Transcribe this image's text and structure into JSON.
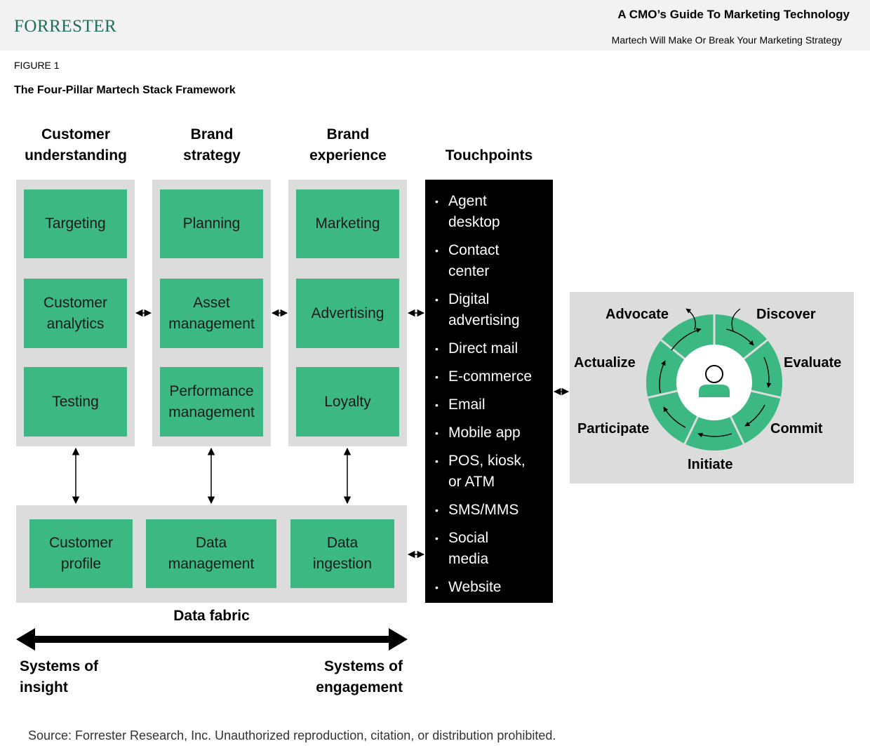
{
  "header": {
    "logo": "FORRESTER",
    "report_title": "A CMO’s Guide To Marketing Technology",
    "report_subtitle": "Martech Will Make Or Break Your Marketing Strategy"
  },
  "figure": {
    "label": "FIGURE 1",
    "title": "The Four-Pillar Martech Stack Framework"
  },
  "pillars": [
    {
      "heading_line1": "Customer",
      "heading_line2": "understanding",
      "boxes": [
        {
          "line1": "Targeting",
          "line2": ""
        },
        {
          "line1": "Customer",
          "line2": "analytics"
        },
        {
          "line1": "Testing",
          "line2": ""
        }
      ]
    },
    {
      "heading_line1": "Brand",
      "heading_line2": "strategy",
      "boxes": [
        {
          "line1": "Planning",
          "line2": ""
        },
        {
          "line1": "Asset",
          "line2": "management"
        },
        {
          "line1": "Performance",
          "line2": "management"
        }
      ]
    },
    {
      "heading_line1": "Brand",
      "heading_line2": "experience",
      "boxes": [
        {
          "line1": "Marketing",
          "line2": ""
        },
        {
          "line1": "Advertising",
          "line2": ""
        },
        {
          "line1": "Loyalty",
          "line2": ""
        }
      ]
    }
  ],
  "touchpoints": {
    "heading": "Touchpoints",
    "items": [
      {
        "line1": "Agent",
        "line2": "desktop"
      },
      {
        "line1": "Contact",
        "line2": "center"
      },
      {
        "line1": "Digital",
        "line2": "advertising"
      },
      {
        "line1": "Direct mail",
        "line2": ""
      },
      {
        "line1": "E-commerce",
        "line2": ""
      },
      {
        "line1": "Email",
        "line2": ""
      },
      {
        "line1": "Mobile app",
        "line2": ""
      },
      {
        "line1": "POS, kiosk,",
        "line2": "or ATM"
      },
      {
        "line1": "SMS/MMS",
        "line2": ""
      },
      {
        "line1": "Social",
        "line2": "media"
      },
      {
        "line1": "Website",
        "line2": ""
      }
    ]
  },
  "data_fabric": {
    "label": "Data fabric",
    "boxes": [
      {
        "line1": "Customer",
        "line2": "profile"
      },
      {
        "line1": "Data",
        "line2": "management"
      },
      {
        "line1": "Data",
        "line2": "ingestion"
      }
    ]
  },
  "spectrum": {
    "left_line1": "Systems of",
    "left_line2": "insight",
    "right_line1": "Systems of",
    "right_line2": "engagement"
  },
  "lifecycle": {
    "stages": {
      "discover": "Discover",
      "evaluate": "Evaluate",
      "commit": "Commit",
      "initiate": "Initiate",
      "participate": "Participate",
      "actualize": "Actualize",
      "advocate": "Advocate"
    }
  },
  "colors": {
    "green": "#3cb983",
    "panel_gray": "#dcdcdc",
    "touch_bg": "#000000"
  },
  "source": "Source: Forrester Research, Inc. Unauthorized reproduction, citation, or distribution prohibited."
}
